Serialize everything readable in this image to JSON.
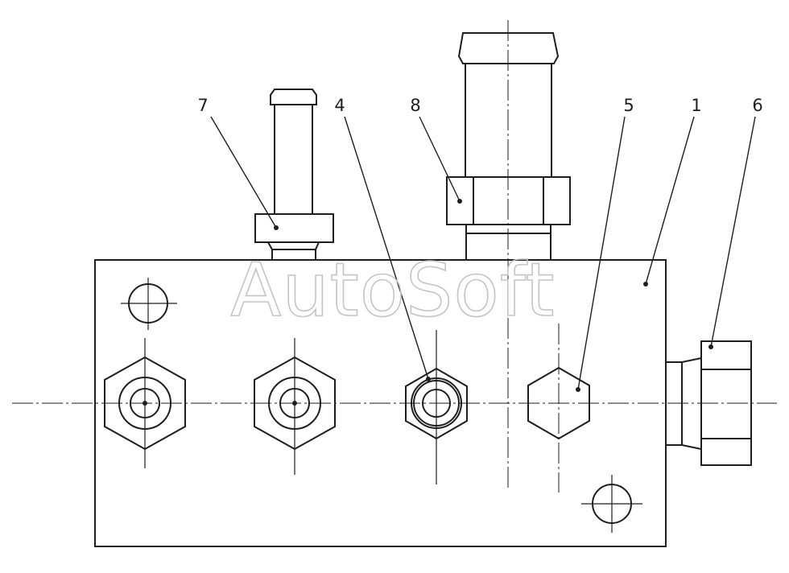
{
  "watermark": "AutoSoft",
  "callouts": [
    {
      "id": "7",
      "label": "7"
    },
    {
      "id": "4",
      "label": "4"
    },
    {
      "id": "8",
      "label": "8"
    },
    {
      "id": "5",
      "label": "5"
    },
    {
      "id": "1",
      "label": "1"
    },
    {
      "id": "6",
      "label": "6"
    }
  ],
  "colors": {
    "line": "#1e1e1e",
    "watermark": "#c4c4c4",
    "background": "#ffffff"
  }
}
